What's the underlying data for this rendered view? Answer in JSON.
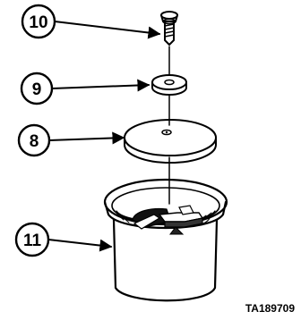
{
  "callouts": [
    {
      "id": "10",
      "part": "screw"
    },
    {
      "id": "9",
      "part": "washer"
    },
    {
      "id": "8",
      "part": "cover"
    },
    {
      "id": "11",
      "part": "cup"
    }
  ],
  "figure_reference": "TA189709"
}
